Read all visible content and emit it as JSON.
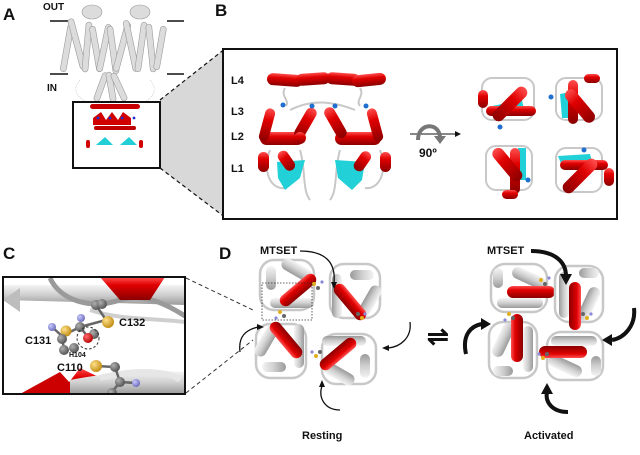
{
  "figure": {
    "panels": {
      "A": {
        "letter": "A",
        "membrane_out_label": "OUT",
        "membrane_in_label": "IN"
      },
      "B": {
        "letter": "B",
        "layer_labels": [
          "L4",
          "L3",
          "L2",
          "L1"
        ],
        "rotation_label": "90º"
      },
      "C": {
        "letter": "C",
        "residue_labels": {
          "c132": "C132",
          "c131": "C131",
          "h104": "H104",
          "c110": "C110"
        }
      },
      "D": {
        "letter": "D",
        "resting": {
          "reagent_label": "MTSET",
          "state_label": "Resting"
        },
        "activated": {
          "reagent_label": "MTSET",
          "state_label": "Activated"
        },
        "equilibrium_symbol": "⇌"
      }
    },
    "colors": {
      "helix_red": "#d40000",
      "sheet_cyan": "#22d0d8",
      "coil_gray": "#c8c8c8",
      "tm_gray": "#d9d9d9",
      "metal_blue": "#1e6fd0",
      "sulfur_yellow": "#e0b020",
      "nitrogen_blue": "#8a8ad8",
      "oxygen_red": "#e00000",
      "carbon_gray": "#6e6e6e",
      "zoom_wedge": "#d8d8d8"
    }
  }
}
